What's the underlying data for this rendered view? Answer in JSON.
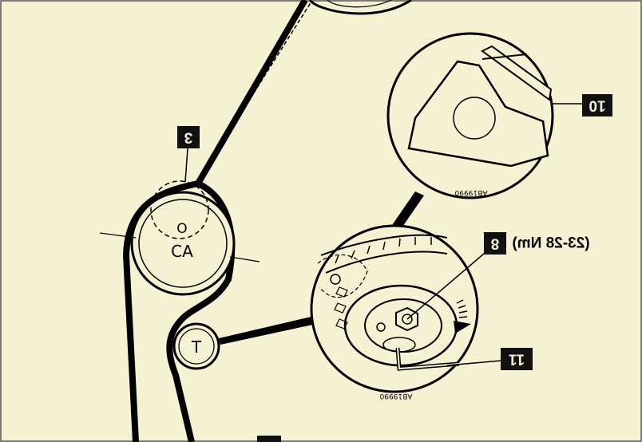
{
  "colors": {
    "background": "#f5f1d3",
    "ink": "#000000",
    "label_box": "#111111",
    "label_text": "#f5f1d3",
    "torque_fill": "#111111"
  },
  "callouts": [
    {
      "id": "3",
      "text": "3"
    },
    {
      "id": "8",
      "text": "8"
    },
    {
      "id": "10",
      "text": "10"
    },
    {
      "id": "11",
      "text": "11"
    }
  ],
  "camshaft_pulley": {
    "line1": "O",
    "line2": "CA"
  },
  "tensioner_pulley": {
    "label": "T"
  },
  "torque_spec": "(23-28 Nm)",
  "figure_codes": {
    "detail_top": "AB19990",
    "detail_bottom": "AB19990"
  },
  "icons": [
    "camshaft-pulley-icon",
    "tensioner-pulley-icon",
    "allen-key-icon",
    "hex-nut-icon"
  ]
}
